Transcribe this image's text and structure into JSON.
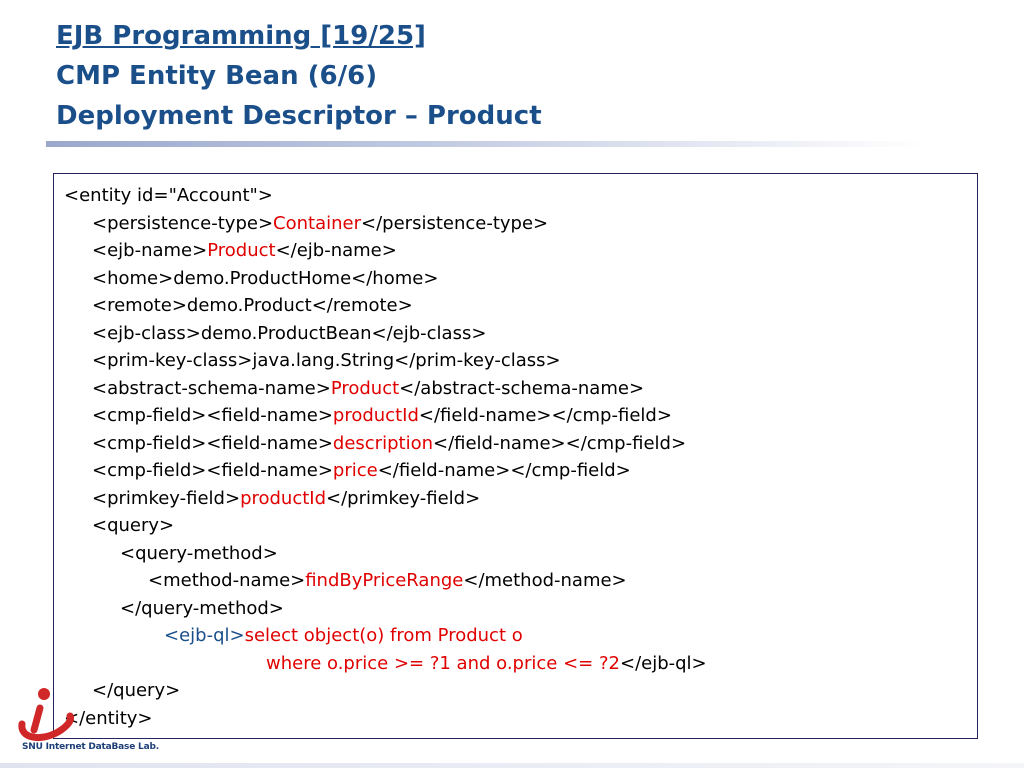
{
  "header": {
    "line1": "EJB Programming [19/25]",
    "line2": "CMP Entity Bean (6/6)",
    "line3": "Deployment Descriptor – Product"
  },
  "logo": {
    "text": "SNU Internet DataBase Lab."
  },
  "colors": {
    "title": "#1b4f8a",
    "highlight": "#e00000",
    "box_border": "#23235f"
  },
  "code": {
    "l1": {
      "a": "<entity id=\"Account\">"
    },
    "l2": {
      "a": "<persistence-type>",
      "b": "Container",
      "c": "</persistence-type>"
    },
    "l3": {
      "a": "<ejb-name>",
      "b": "Product",
      "c": "</ejb-name>"
    },
    "l4": {
      "a": "<home>demo.ProductHome</home>"
    },
    "l5": {
      "a": "<remote>demo.Product</remote>"
    },
    "l6": {
      "a": "<ejb-class>demo.ProductBean</ejb-class>"
    },
    "l7": {
      "a": "<prim-key-class>java.lang.String</prim-key-class>"
    },
    "l8": {
      "a": "<abstract-schema-name>",
      "b": "Product",
      "c": "</abstract-schema-name>"
    },
    "l9": {
      "a": "<cmp-field><field-name>",
      "b": "productId",
      "c": "</field-name></cmp-field>"
    },
    "l10": {
      "a": "<cmp-field><field-name>",
      "b": "description",
      "c": "</field-name></cmp-field>"
    },
    "l11": {
      "a": "<cmp-field><field-name>",
      "b": "price",
      "c": "</field-name></cmp-field>"
    },
    "l12": {
      "a": "<primkey-field>",
      "b": "productId",
      "c": "</primkey-field>"
    },
    "l13": {
      "a": "<query>"
    },
    "l14": {
      "a": "<query-method>"
    },
    "l15": {
      "a": "<method-name>",
      "b": "findByPriceRange",
      "c": "</method-name>"
    },
    "l16": {
      "a": "</query-method>"
    },
    "l17": {
      "a": "<ejb-ql>",
      "b": "select object(o) from Product o"
    },
    "l18": {
      "b": "where o.price >= ?1 and o.price <= ?2",
      "c": "</ejb-ql>"
    },
    "l19": {
      "a": "</query>"
    },
    "l20": {
      "a": "</entity>"
    }
  }
}
